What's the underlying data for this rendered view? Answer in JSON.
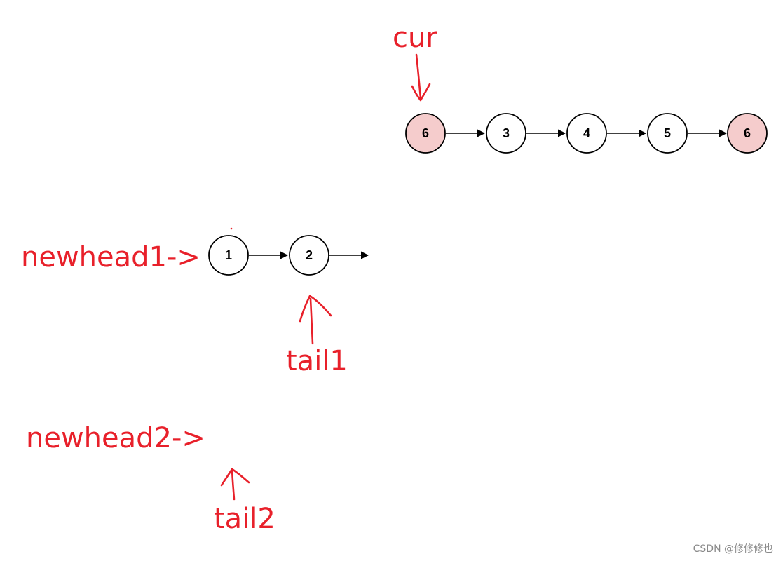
{
  "labels": {
    "cur": "cur",
    "newhead1": "newhead1->",
    "newhead2": "newhead2->",
    "tail1": "tail1",
    "tail2": "tail2"
  },
  "top_list": {
    "nodes": [
      {
        "value": "6",
        "highlight": true
      },
      {
        "value": "3",
        "highlight": false
      },
      {
        "value": "4",
        "highlight": false
      },
      {
        "value": "5",
        "highlight": false
      },
      {
        "value": "6",
        "highlight": true
      }
    ]
  },
  "list1": {
    "nodes": [
      {
        "value": "1"
      },
      {
        "value": "2"
      }
    ]
  },
  "watermark": "CSDN @修修修也",
  "colors": {
    "annotation": "#e8202a",
    "highlight_fill": "#f5cccc",
    "node_stroke": "#000000"
  }
}
